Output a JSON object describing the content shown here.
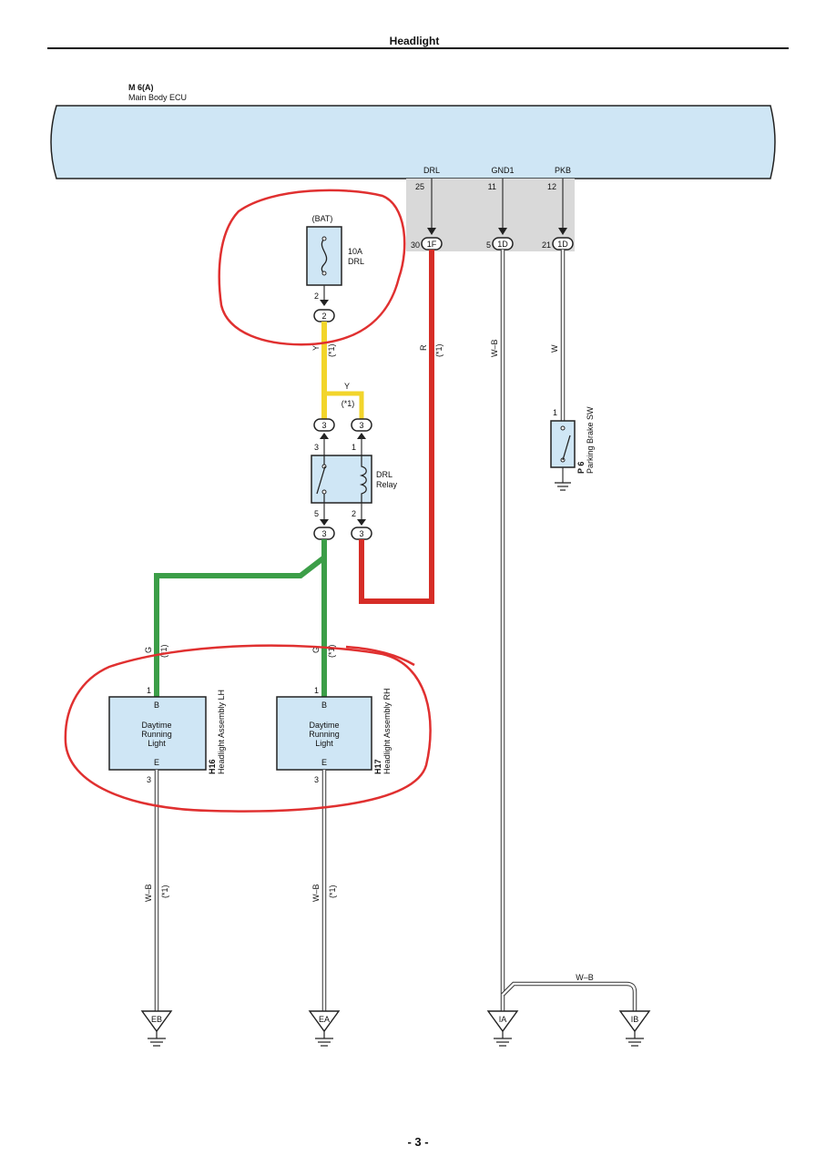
{
  "header": {
    "title": "Headlight"
  },
  "ecu": {
    "code": "M 6(A)",
    "name": "Main Body ECU",
    "terminals": [
      {
        "name": "DRL",
        "pin": "25",
        "conn_pin": "30",
        "conn": "1F"
      },
      {
        "name": "GND1",
        "pin": "11",
        "conn_pin": "5",
        "conn": "1D"
      },
      {
        "name": "PKB",
        "pin": "12",
        "conn_pin": "21",
        "conn": "1D"
      }
    ]
  },
  "fuse": {
    "source": "(BAT)",
    "rating": "10A",
    "name": "DRL",
    "pin": "2",
    "conn": "2"
  },
  "relay": {
    "name_line1": "DRL",
    "name_line2": "Relay",
    "pin_top_left": "3",
    "pin_top_right": "1",
    "pin_bottom_left": "5",
    "pin_bottom_right": "2",
    "conn": "3"
  },
  "wires": {
    "yellow": "Y",
    "yellow_note": "(*1)",
    "red": "R",
    "red_note": "(*1)",
    "green": "G",
    "green_note": "(*1)",
    "gnd": "W–B",
    "gnd_note": "(*1)",
    "white": "W"
  },
  "brake_switch": {
    "code": "P 6",
    "name": "Parking Brake SW",
    "pin": "1"
  },
  "headlight_lh": {
    "code": "H16",
    "name": "Headlight Assembly LH",
    "label": [
      "Daytime",
      "Running",
      "Light"
    ],
    "pin_b": "1",
    "term_b": "B",
    "term_e": "E",
    "pin_e": "3"
  },
  "headlight_rh": {
    "code": "H17",
    "name": "Headlight Assembly RH",
    "label": [
      "Daytime",
      "Running",
      "Light"
    ],
    "pin_b": "1",
    "term_b": "B",
    "term_e": "E",
    "pin_e": "3"
  },
  "grounds": [
    "EB",
    "EA",
    "IA",
    "IB"
  ],
  "footer": {
    "page": "- 3 -"
  },
  "colors": {
    "yellow": "#f2d52b",
    "red": "#d62d27",
    "green": "#3c9e48",
    "component": "#cfe6f5",
    "highlight": "#e03030"
  }
}
